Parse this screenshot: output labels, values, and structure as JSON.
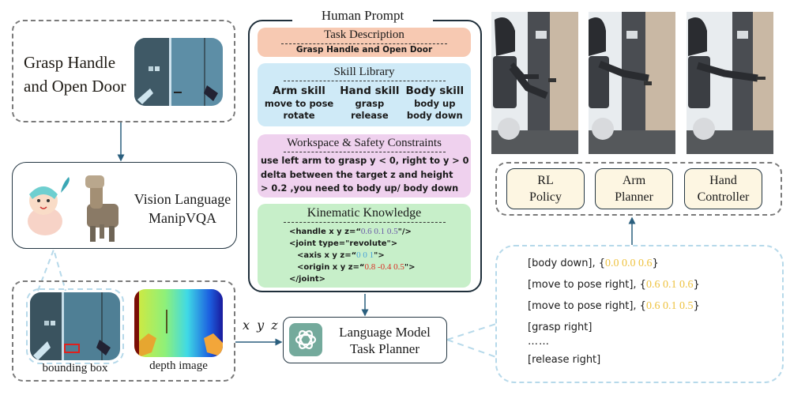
{
  "task_input": {
    "text_line1": "Grasp Handle",
    "text_line2": "and Open Door",
    "image": "door-view-photo"
  },
  "vlm": {
    "line1": "Vision Language",
    "line2": "ManipVQA",
    "icons": [
      "cat-mascot-image",
      "robot-llama-image"
    ]
  },
  "observations": {
    "bbox_caption": "bounding box",
    "depth_caption": "depth image"
  },
  "xyz_label": "x y z",
  "human_prompt": {
    "title": "Human Prompt",
    "task": {
      "title": "Task Description",
      "body": "Grasp Handle and Open Door",
      "color": "#f7c9b2"
    },
    "skills": {
      "title": "Skill Library",
      "color": "#cfeaf7",
      "columns": [
        {
          "head": "Arm skill",
          "items": [
            "move to pose",
            "rotate"
          ]
        },
        {
          "head": "Hand skill",
          "items": [
            "grasp",
            "release"
          ]
        },
        {
          "head": "Body skill",
          "items": [
            "body up",
            "body down"
          ]
        }
      ]
    },
    "constraints": {
      "title": "Workspace & Safety Constraints",
      "color": "#efd1ee",
      "lines": [
        "use left arm to grasp y < 0, right to y > 0",
        "delta between the target z and height",
        "> 0.2 ,you need to body up/ body down"
      ]
    },
    "kinematics": {
      "title": "Kinematic Knowledge",
      "color": "#c7efc9",
      "lines": [
        {
          "pre": "<handle x y z=“",
          "val": "0.6 0.1 0.5",
          "post": "\"/>",
          "val_color": "#6a5aa8"
        },
        {
          "pre": "<joint type=\"revolute\">",
          "val": "",
          "post": "",
          "val_color": ""
        },
        {
          "pre": "<axis x y z=“",
          "val": "0 0 1",
          "post": "\">",
          "val_color": "#4aa3d8"
        },
        {
          "pre": "<origin x y z=“",
          "val": "0.8 -0.4 0.5",
          "post": "\">",
          "val_color": "#d93025"
        },
        {
          "pre": "</joint>",
          "val": "",
          "post": "",
          "val_color": ""
        }
      ]
    }
  },
  "planner": {
    "line1": "Language Model",
    "line2": "Task Planner",
    "logo": "openai-logo"
  },
  "controllers": [
    {
      "line1": "RL",
      "line2": "Policy"
    },
    {
      "line1": "Arm",
      "line2": "Planner"
    },
    {
      "line1": "Hand",
      "line2": "Controller"
    }
  ],
  "robot_frames": [
    "robot-frame-1",
    "robot-frame-2",
    "robot-frame-3"
  ],
  "actions": [
    {
      "cmd": "[body down], {",
      "coords": "0.0 0.0 0.6",
      "close": "}"
    },
    {
      "cmd": "[move to pose right], {",
      "coords": "0.6 0.1 0.6",
      "close": "}"
    },
    {
      "cmd": "[move to pose right], {",
      "coords": "0.6 0.1 0.5",
      "close": "}"
    },
    {
      "cmd": "[grasp right]",
      "coords": "",
      "close": ""
    },
    {
      "cmd": "……",
      "coords": "",
      "close": ""
    },
    {
      "cmd": "[release right]",
      "coords": "",
      "close": ""
    }
  ],
  "colors": {
    "frame_dark": "#1f2f3b",
    "arrow": "#2b5f7e",
    "dashed_gray": "#7a7a7a",
    "dashed_blue": "#b6d9ea",
    "coord_yellow": "#eec23f",
    "controller_fill": "#fdf6e2",
    "gpt_green": "#74aa9c"
  }
}
